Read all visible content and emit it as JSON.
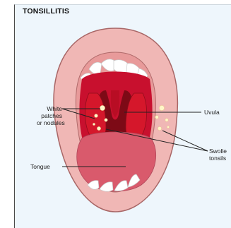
{
  "title": "TONSILLITIS",
  "labels": {
    "white_patches": [
      "White",
      "patches",
      "or nodules"
    ],
    "uvula": "Uvula",
    "swollen_tonsils": [
      "Swolle",
      "tonsils"
    ],
    "tongue": "Tongue"
  },
  "colors": {
    "background": "#eef6fc",
    "lips": "#f0b7b5",
    "lip_outline": "#a86666",
    "throat": "#c8102e",
    "throat_dark": "#7d0a16",
    "tonsil": "#d5172b",
    "tongue": "#d95a6c",
    "teeth": "#ffffff",
    "patches": "#fff6c8"
  }
}
